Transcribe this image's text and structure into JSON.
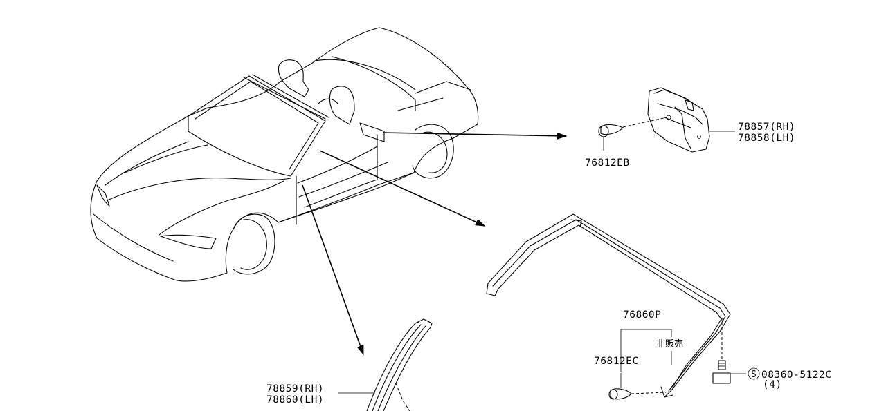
{
  "callouts": {
    "lock_rh": "78857(RH)",
    "lock_lh": "78858(LH)",
    "clip_eb": "76812EB",
    "assembly": "76860P",
    "not_for_sale": "非販売",
    "clip_ec": "76812EC",
    "screw_symbol": "S",
    "screw_part": "08360-5122C",
    "screw_qty": "(4)",
    "pillar_rh": "78859(RH)",
    "pillar_lh": "78860(LH)"
  },
  "colors": {
    "line": "#000000",
    "background": "#ffffff"
  }
}
